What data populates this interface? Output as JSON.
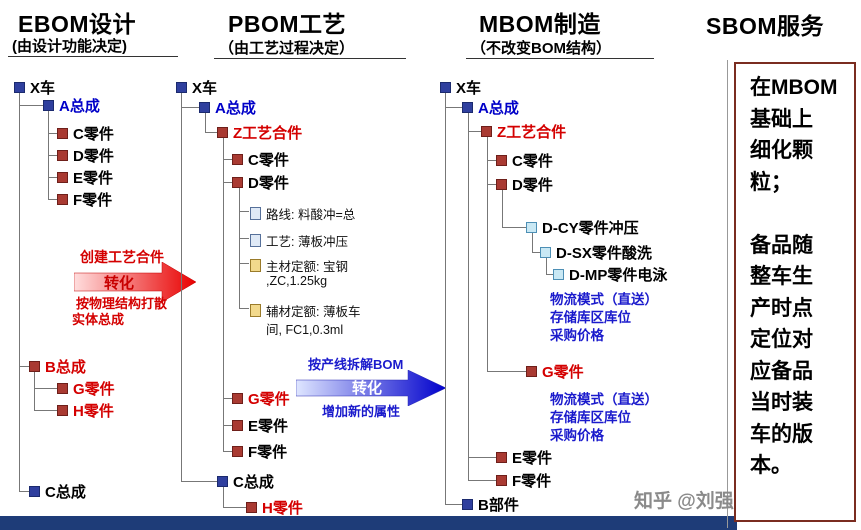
{
  "headers": {
    "ebom": {
      "title": "EBOM设计",
      "subtitle": "(由设计功能决定)"
    },
    "pbom": {
      "title": "PBOM工艺",
      "subtitle": "（由工艺过程决定）"
    },
    "mbom": {
      "title": "MBOM制造",
      "subtitle": "（不改变BOM结构）"
    },
    "sbom": {
      "title": "SBOM服务"
    }
  },
  "ebom_tree": {
    "x_car": "X车",
    "a_assembly": "A总成",
    "c_part": "C零件",
    "d_part": "D零件",
    "e_part": "E零件",
    "f_part": "F零件",
    "b_assembly": "B总成",
    "g_part": "G零件",
    "h_part": "H零件",
    "c_assembly": "C总成"
  },
  "transform1": {
    "title": "创建工艺合件",
    "arrow_label": "转化",
    "note1": "按物理结构打散",
    "note2": "实体总成"
  },
  "pbom_tree": {
    "x_car": "X车",
    "a_assembly": "A总成",
    "z_process_part": "Z工艺合件",
    "c_part": "C零件",
    "d_part": "D零件",
    "route": "路线: 料酸冲=总",
    "process": "工艺: 薄板冲压",
    "main_material1": "主材定额: 宝钢",
    "main_material2": ",ZC,1.25kg",
    "aux_material1": "辅材定额: 薄板车",
    "aux_material2": "间, FC1,0.3ml",
    "g_part": "G零件",
    "e_part": "E零件",
    "f_part": "F零件",
    "c_assembly": "C总成",
    "h_part": "H零件"
  },
  "transform2": {
    "title": "按产线拆解BOM",
    "arrow_label": "转化",
    "note1": "增加新的属性"
  },
  "mbom_tree": {
    "x_car": "X车",
    "a_assembly": "A总成",
    "z_process_part": "Z工艺合件",
    "c_part": "C零件",
    "d_part": "D零件",
    "d_cy": "D-CY零件冲压",
    "d_sx": "D-SX零件酸洗",
    "d_mp": "D-MP零件电泳",
    "logistics1_line1": "物流模式（直送）",
    "logistics1_line2": "存储库区库位",
    "logistics1_line3": "采购价格",
    "g_part": "G零件",
    "logistics2_line1": "物流模式（直送）",
    "logistics2_line2": "存储库区库位",
    "logistics2_line3": "采购价格",
    "e_part": "E零件",
    "f_part": "F零件",
    "b_part": "B部件"
  },
  "sbom_panel": {
    "text": "在MBOM\n基础上\n细化颗\n粒；\n\n备品随\n整车生\n产时点\n定位对\n应备品\n当时装\n车的版\n本。"
  },
  "watermark": "知乎 @刘强",
  "colors": {
    "assembly_node": "#2f3f9e",
    "part_node": "#a93a32",
    "mbom_sub_node": "#c9e8f4",
    "highlight_blue_text": "#0000c8",
    "highlight_red_text": "#d40000",
    "info_blue_text": "#1a1acc",
    "arrow_red": "#e80000",
    "arrow_blue": "#0000cc",
    "bottom_bar": "#1e3c78"
  }
}
